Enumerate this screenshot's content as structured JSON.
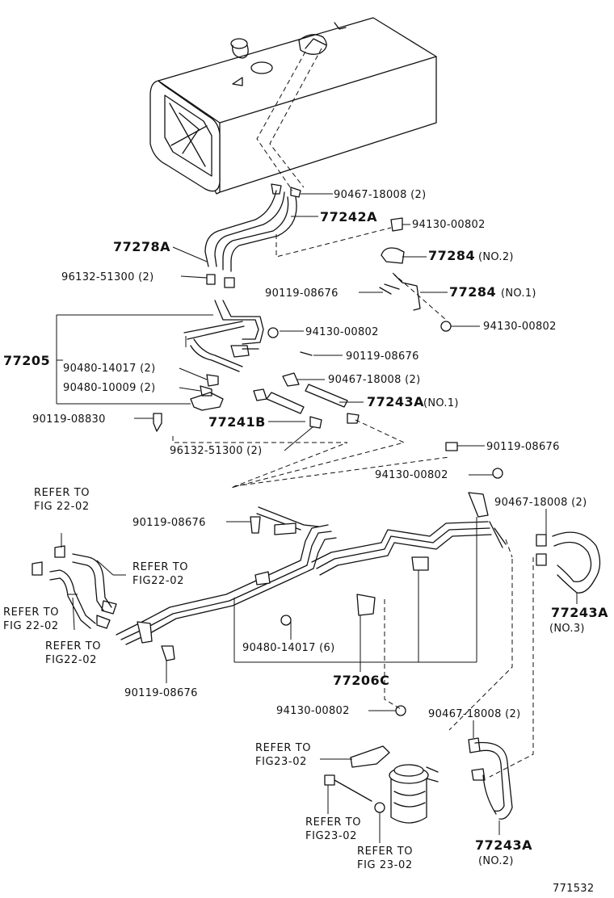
{
  "diagram_id": "771532",
  "labels": {
    "p90467_top": "90467-18008 (2)",
    "p77242a": "77242A",
    "p94130_a": "94130-00802",
    "p77278a": "77278A",
    "p77284_no2": "77284",
    "p77284_no2_sfx": "(NO.2)",
    "p96132_a": "96132-51300 (2)",
    "p90119_a": "90119-08676",
    "p77284_no1": "77284",
    "p77284_no1_sfx": "(NO.1)",
    "p94130_b": "94130-00802",
    "p94130_c": "94130-00802",
    "p77205": "77205",
    "p90119_b": "90119-08676",
    "p90480_14017_2": "90480-14017 (2)",
    "p90467_mid": "90467-18008 (2)",
    "p90480_10009": "90480-10009 (2)",
    "p77243a_no1": "77243A",
    "p77243a_no1_sfx": "(NO.1)",
    "p90119_08830": "90119-08830",
    "p77241b": "77241B",
    "p96132_b": "96132-51300 (2)",
    "p90119_c": "90119-08676",
    "p94130_d": "94130-00802",
    "p90119_d": "90119-08676",
    "p90467_right": "90467-18008 (2)",
    "p77243a_no3": "77243A",
    "p77243a_no3_sfx": "(NO.3)",
    "p90480_14017_6": "90480-14017 (6)",
    "p77206c": "77206C",
    "p90119_e": "90119-08676",
    "p94130_e": "94130-00802",
    "p90467_low": "90467-18008 (2)",
    "p77243a_no2": "77243A",
    "p77243a_no2_sfx": "(NO.2)"
  },
  "refs": {
    "r1_a": "REFER TO",
    "r1_b": "FIG 22-02",
    "r2_a": "REFER TO",
    "r2_b": "FIG22-02",
    "r3_a": "REFER TO",
    "r3_b": "FIG 22-02",
    "r4_a": "REFER TO",
    "r4_b": "FIG22-02",
    "r5_a": "REFER TO",
    "r5_b": "FIG23-02",
    "r6_a": "REFER TO",
    "r6_b": "FIG23-02",
    "r7_a": "REFER TO",
    "r7_b": "FIG 23-02"
  }
}
